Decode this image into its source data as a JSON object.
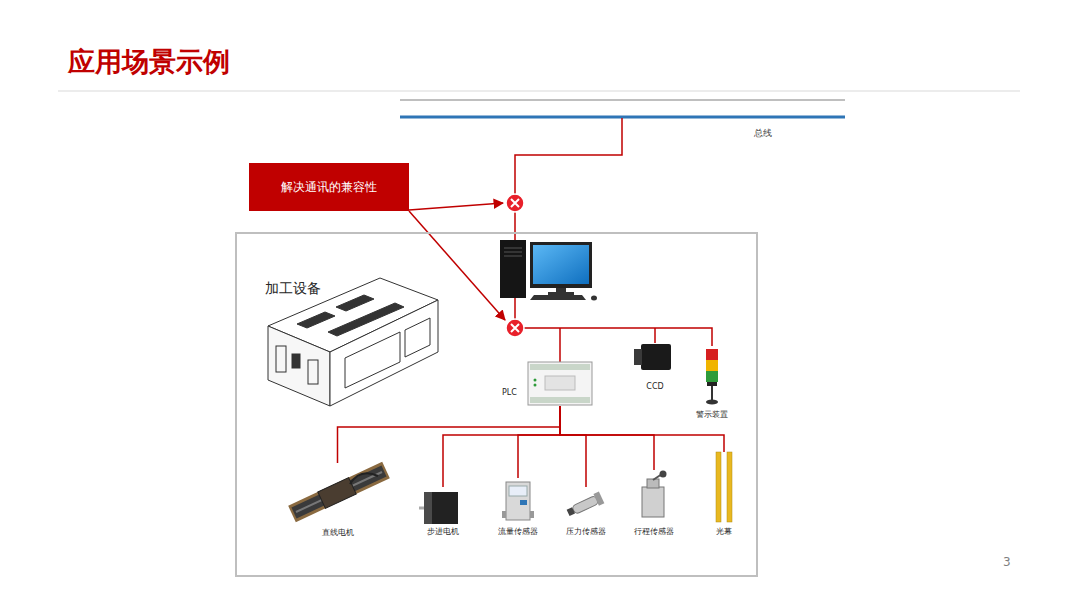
{
  "diagram": {
    "title": "应用场景示例",
    "nodes": [
      {
        "text": [
          "解决通讯的兼容性"
        ]
      },
      {
        "text": [
          "加工设备"
        ]
      },
      {
        "text": [
          "PLC"
        ],
        "in": 1
      },
      {
        "text": [
          "CCD"
        ],
        "in": 1
      },
      {
        "text": [
          "警示装置"
        ],
        "in": 1
      },
      {
        "text": [
          "直线电机"
        ],
        "in": 1
      },
      {
        "text": [
          "步进电机"
        ],
        "in": 1
      },
      {
        "text": [
          "流量传感器"
        ],
        "in": 1
      },
      {
        "text": [
          "压力传感器"
        ],
        "in": 1
      },
      {
        "text": [
          "行程传感器"
        ],
        "in": 1
      },
      {
        "text": [
          "光幕"
        ],
        "in": 1
      }
    ],
    "edges": [
      {
        "from": 2,
        "to": 5,
        "arrow": "none"
      },
      {
        "from": 2,
        "to": 6,
        "arrow": "none"
      },
      {
        "from": 2,
        "to": 7,
        "arrow": "none"
      },
      {
        "from": 2,
        "to": 8,
        "arrow": "none"
      },
      {
        "from": 2,
        "to": 9,
        "arrow": "none"
      },
      {
        "from": 2,
        "to": 10,
        "arrow": "none"
      }
    ],
    "labels": [
      "总线",
      "3"
    ]
  }
}
